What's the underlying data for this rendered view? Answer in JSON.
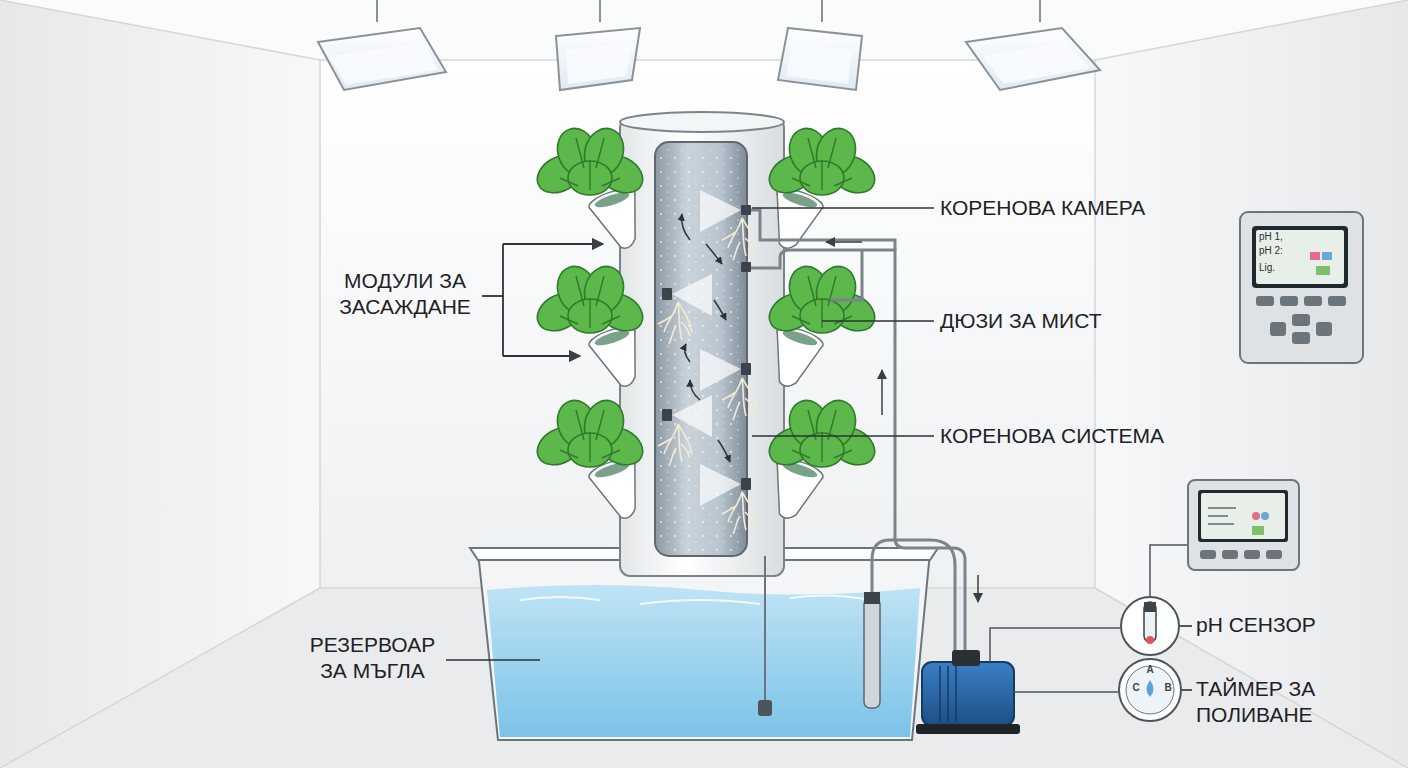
{
  "diagram": {
    "labels": [
      "КОРЕНОВА КАМЕРА",
      "МОДУЛИ ЗА ЗАСАЖДАНЕ",
      "ДЮЗИ ЗА МИСТ",
      "КОРЕНОВА СИСТЕМА",
      "РЕЗЕРВОАР ЗА МЪГЛА",
      "pH СЕНЗОР",
      "ТАЙМЕР ЗА ПОЛИВАНЕ",
      "pH 1,",
      "pH 2:",
      "Lig.",
      "A",
      "B",
      "C"
    ]
  }
}
